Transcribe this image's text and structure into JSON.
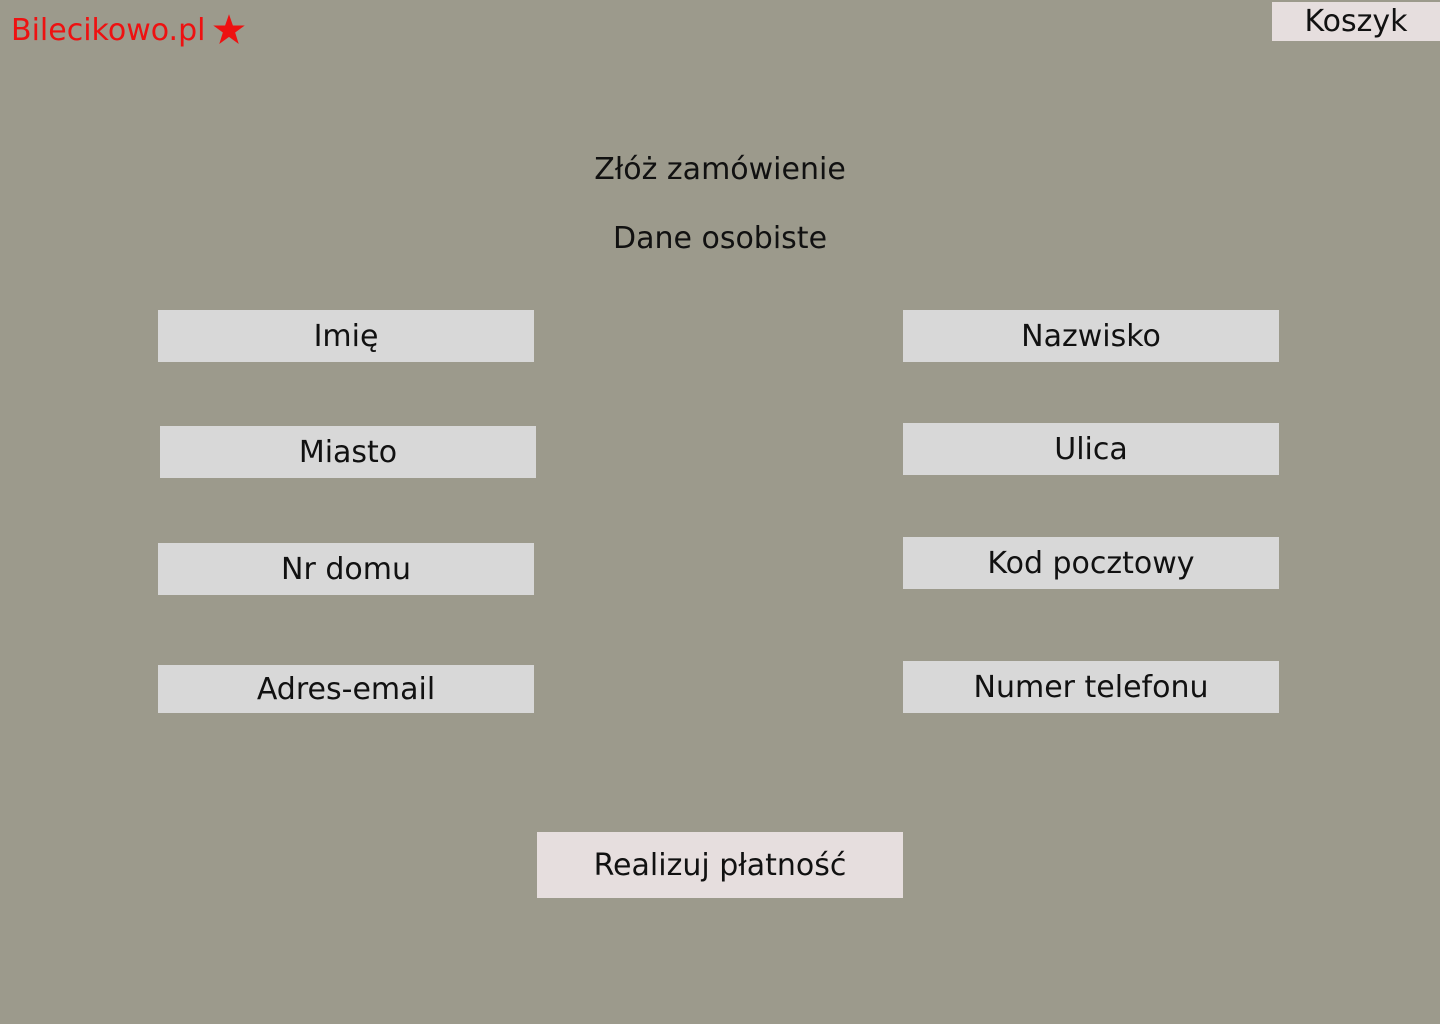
{
  "header": {
    "logo_text": "Bilecikowo.pl",
    "logo_icon": "star-icon",
    "cart_label": "Koszyk"
  },
  "form": {
    "title": "Złóż zamówienie",
    "subtitle": "Dane osobiste",
    "fields": {
      "first_name": {
        "placeholder": "Imię",
        "value": ""
      },
      "last_name": {
        "placeholder": "Nazwisko",
        "value": ""
      },
      "city": {
        "placeholder": "Miasto",
        "value": ""
      },
      "street": {
        "placeholder": "Ulica",
        "value": ""
      },
      "house_number": {
        "placeholder": "Nr domu",
        "value": ""
      },
      "postal_code": {
        "placeholder": "Kod pocztowy",
        "value": ""
      },
      "email": {
        "placeholder": "Adres-email",
        "value": ""
      },
      "phone": {
        "placeholder": "Numer telefonu",
        "value": ""
      }
    },
    "submit_label": "Realizuj płatność"
  },
  "colors": {
    "background": "#9c9a8c",
    "brand": "#ee1111",
    "field_background": "#d8d8d8",
    "button_background": "#e6dede",
    "text": "#111111"
  }
}
